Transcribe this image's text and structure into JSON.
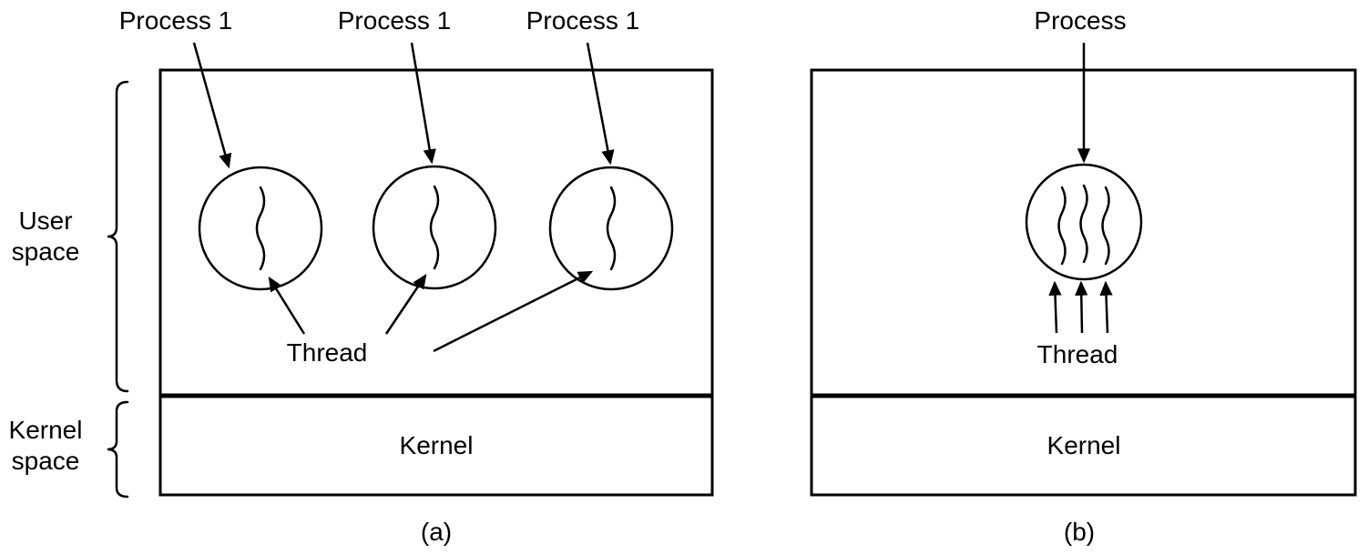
{
  "colors": {
    "ink": "#000000",
    "background": "#ffffff"
  },
  "panel_a": {
    "process_labels": [
      "Process 1",
      "Process 1",
      "Process 1"
    ],
    "user_space_label_line1": "User",
    "user_space_label_line2": "space",
    "kernel_space_label_line1": "Kernel",
    "kernel_space_label_line2": "space",
    "thread_label": "Thread",
    "kernel_label": "Kernel",
    "caption": "(a)"
  },
  "panel_b": {
    "process_label": "Process",
    "thread_label": "Thread",
    "kernel_label": "Kernel",
    "caption": "(b)"
  }
}
